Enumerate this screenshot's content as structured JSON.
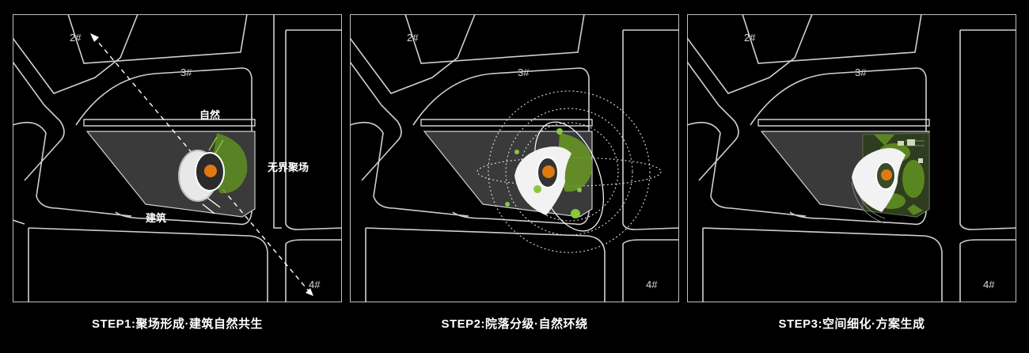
{
  "panels": [
    {
      "caption": "STEP1:聚场形成·建筑自然共生",
      "labels": {
        "l2": "2#",
        "l3": "3#",
        "l4": "4#",
        "nature": "自然",
        "arch": "建筑",
        "field": "无界聚场"
      }
    },
    {
      "caption": "STEP2:院落分级·自然环绕",
      "labels": {
        "l2": "2#",
        "l3": "3#",
        "l4": "4#"
      }
    },
    {
      "caption": "STEP3:空间细化·方案生成",
      "labels": {
        "l2": "2#",
        "l3": "3#",
        "l4": "4#"
      }
    }
  ],
  "colors": {
    "background": "#000000",
    "road_line": "#d0d0d0",
    "site_fill": "#3a3a3a",
    "accent_orange": "#e07a10",
    "green": "#8cc63f",
    "building": "#f2f2f2"
  }
}
